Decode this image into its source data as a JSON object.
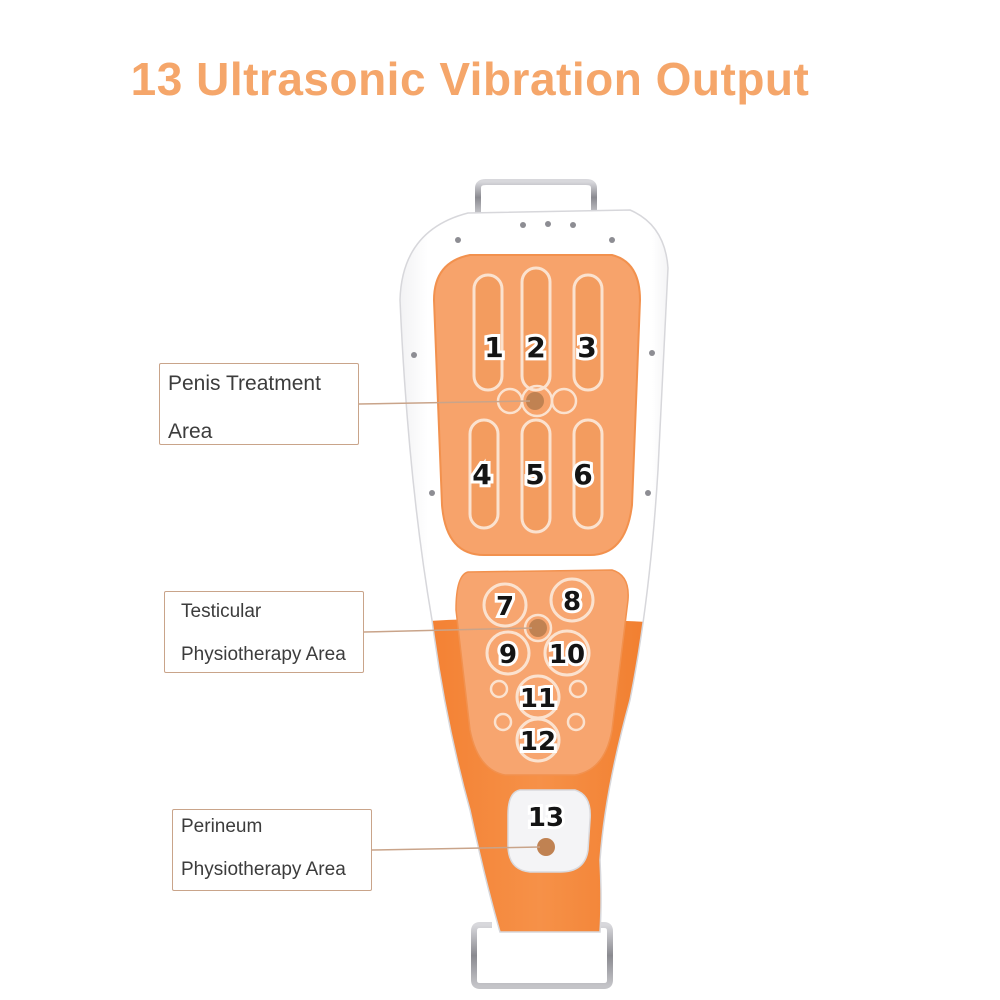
{
  "title": "13 Ultrasonic Vibration Output",
  "callouts": {
    "penis": {
      "line1": "Penis Treatment",
      "line2": "Area"
    },
    "testicular": {
      "line1": "Testicular",
      "line2": "Physiotherapy Area"
    },
    "perineum": {
      "line1": "Perineum",
      "line2": "Physiotherapy Area"
    }
  },
  "outputs": [
    "1",
    "2",
    "3",
    "4",
    "5",
    "6",
    "7",
    "8",
    "9",
    "10",
    "11",
    "12",
    "13"
  ],
  "colors": {
    "title": "#f5a66a",
    "orange": "#f5873a",
    "pad": "#f7a56f",
    "border": "#c9a48a",
    "dot": "#c08252"
  }
}
